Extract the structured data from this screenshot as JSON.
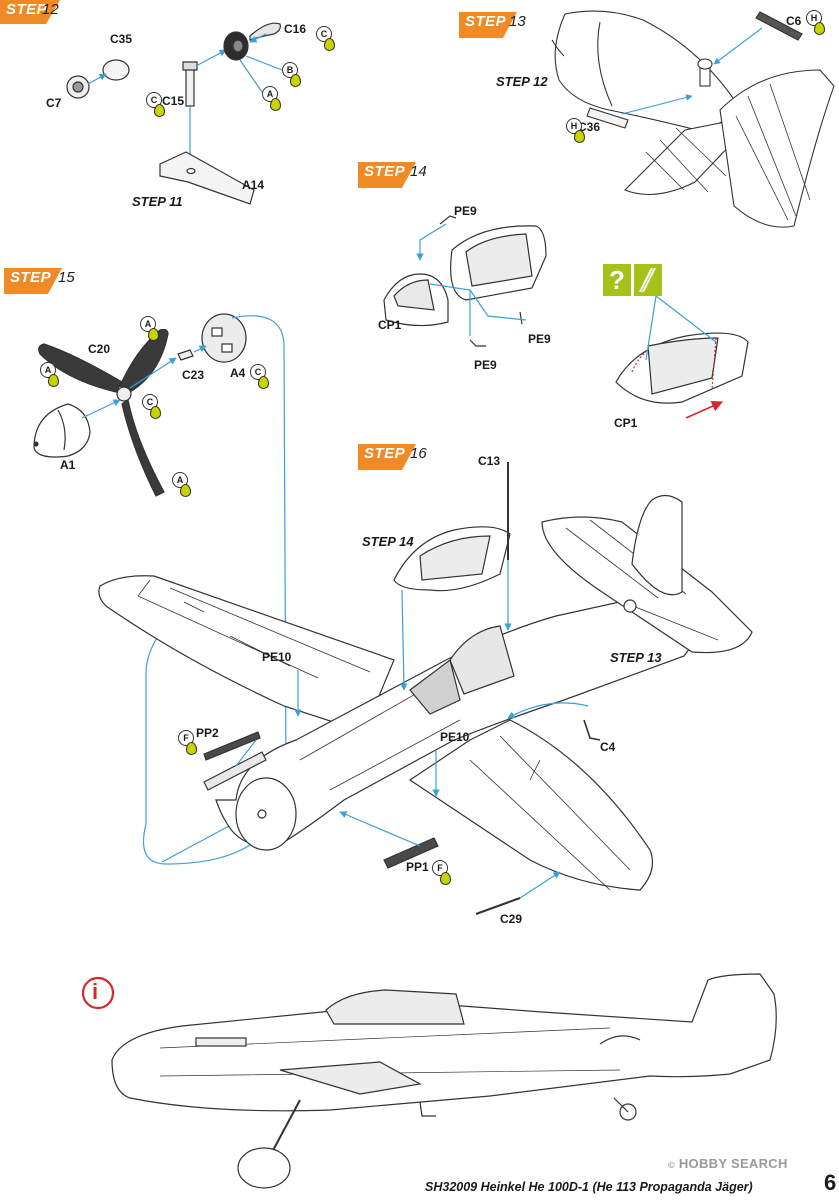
{
  "colors": {
    "step_tab": "#f08a24",
    "callout_line": "#3aa0d8",
    "paint_drop": "#c8d400",
    "info_symbol": "#d8262c",
    "icon_green": "#a6c21a",
    "line_art": "#333333"
  },
  "steps": {
    "s12": {
      "word": "STEP",
      "num": "12"
    },
    "s13": {
      "word": "STEP",
      "num": "13"
    },
    "s14": {
      "word": "STEP",
      "num": "14"
    },
    "s15": {
      "word": "STEP",
      "num": "15"
    },
    "s16": {
      "word": "STEP",
      "num": "16"
    }
  },
  "parts": {
    "c35": "C35",
    "c7": "C7",
    "c15": "C15",
    "c16": "C16",
    "a14": "A14",
    "c6": "C6",
    "c36": "C36",
    "pe9_top": "PE9",
    "pe9_right": "PE9",
    "pe9_bottom": "PE9",
    "cp1": "CP1",
    "cp1_alt": "CP1",
    "c20": "C20",
    "c23": "C23",
    "a4": "A4",
    "a1": "A1",
    "c13": "C13",
    "pe10_left": "PE10",
    "pe10_right": "PE10",
    "pp2": "PP2",
    "pp1": "PP1",
    "c4": "C4",
    "c29": "C29"
  },
  "refs": {
    "step11": "STEP 11",
    "step12": "STEP 12",
    "step13": "STEP 13",
    "step14": "STEP 14"
  },
  "paint_codes": {
    "c16": "C",
    "b_12": "B",
    "a_12": "A",
    "c15": "C",
    "c6": "H",
    "c36": "H",
    "a_15top": "A",
    "a_15left": "A",
    "a4": "C",
    "c_15mid": "C",
    "a_15bot": "A",
    "pp2": "F",
    "pp1": "F"
  },
  "icons": {
    "question": "?",
    "info": "i"
  },
  "footer": {
    "text": "SH32009  Heinkel He 100D-1 (He 113 Propaganda Jäger)",
    "page": "6"
  },
  "watermark": {
    "text": "HOBBY SEARCH",
    "small": "©"
  }
}
